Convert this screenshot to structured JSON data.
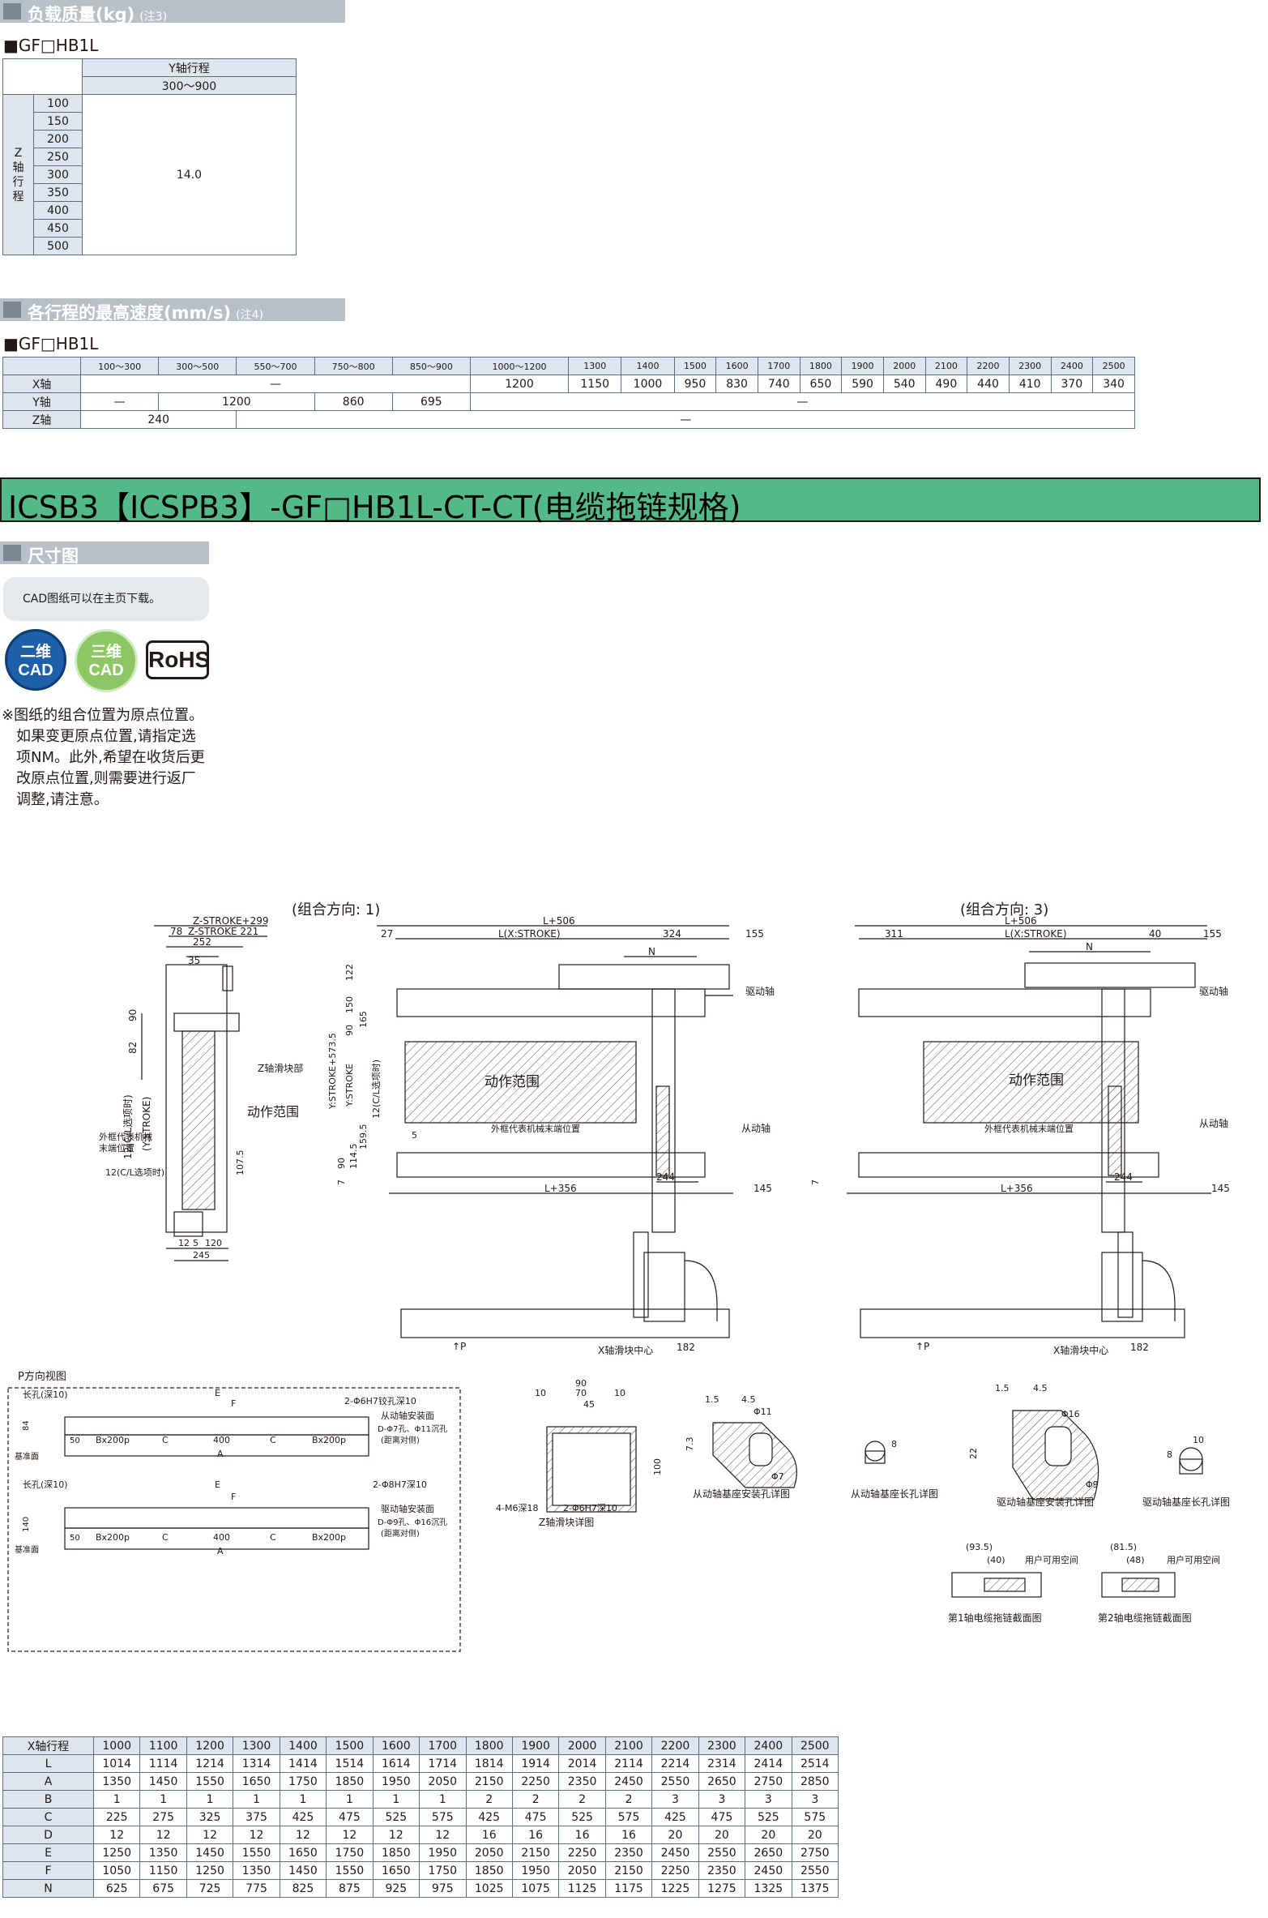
{
  "section1": {
    "title": "负载质量(kg)",
    "note": "(注3)",
    "model": "■GF□HB1L"
  },
  "load_table": {
    "col_header": "Y轴行程",
    "col_range": "300～900",
    "row_header": [
      "Z",
      "轴",
      "行",
      "程"
    ],
    "rows": [
      "100",
      "150",
      "200",
      "250",
      "300",
      "350",
      "400",
      "450",
      "500"
    ],
    "value": "14.0"
  },
  "section2": {
    "title": "各行程的最高速度(mm/s)",
    "note": "(注4)",
    "model": "■GF□HB1L"
  },
  "speed_table": {
    "headers": [
      "100～300",
      "300～500",
      "550～700",
      "750～800",
      "850～900",
      "1000～1200",
      "1300",
      "1400",
      "1500",
      "1600",
      "1700",
      "1800",
      "1900",
      "2000",
      "2100",
      "2200",
      "2300",
      "2400",
      "2500"
    ],
    "x_label": "X轴",
    "x_dash": "—",
    "x_values": [
      "1200",
      "1150",
      "1000",
      "950",
      "830",
      "740",
      "650",
      "590",
      "540",
      "490",
      "440",
      "410",
      "370",
      "340"
    ],
    "y_label": "Y轴",
    "y_values": [
      "—",
      "1200",
      "860",
      "695",
      "—"
    ],
    "z_label": "Z轴",
    "z_values": [
      "240",
      "—"
    ]
  },
  "product_title": "ICSB3【ICSPB3】-GF□HB1L-CT-CT(电缆拖链规格)",
  "section3": {
    "title": "尺寸图"
  },
  "cad_note": "CAD图纸可以在主页下载。",
  "badges": {
    "cad2_a": "二维",
    "cad2_b": "CAD",
    "cad3_a": "三维",
    "cad3_b": "CAD",
    "rohs": "RoHS"
  },
  "notes": [
    "※图纸的组合位置为原点位置。",
    "如果变更原点位置,请指定选",
    "项NM。此外,希望在收货后更",
    "改原点位置,则需要进行返厂",
    "调整,请注意。"
  ],
  "drawing": {
    "dir1": "(组合方向: 1)",
    "dir3": "(组合方向: 3)",
    "side": {
      "zs299": "Z-STROKE+299",
      "zs221": "Z-STROKE 221",
      "d78": "78",
      "d252": "252",
      "d35": "35",
      "d90": "90",
      "d82": "82",
      "clsel": "12(C/L选项时)",
      "ystroke": "(Y:STROKE)",
      "zslider": "Z轴滑块部",
      "range": "动作范围",
      "ext": "外框代表机械",
      "ext2": "末端位置",
      "cl2": "12(C/L选项时)",
      "d107": "107.5",
      "d12": "12",
      "d120": "120",
      "d5": "5",
      "d245": "245"
    },
    "front": {
      "l506": "L+506",
      "lx": "L(X:STROKE)",
      "d27": "27",
      "d324": "324",
      "d155": "155",
      "n": "N",
      "drive": "驱动轴",
      "d122": "122",
      "d150": "150",
      "d90": "90",
      "d165": "165",
      "ys": "Y:STROKE+573.5",
      "ys2": "Y:STROKE",
      "cl": "12(C/L选项时)",
      "d5": "5",
      "range": "动作范围",
      "ext": "外框代表机械末端位置",
      "d159": "159.5",
      "d114": "114.5",
      "d7": "7",
      "d90b": "90",
      "follow": "从动轴",
      "d244": "244",
      "l356": "L+356",
      "d145": "145"
    },
    "front3": {
      "d311": "311",
      "d40": "40",
      "d155": "155",
      "lx": "L(X:STROKE)",
      "l506": "L+506",
      "n": "N",
      "drive": "驱动轴",
      "range": "动作范围",
      "ext": "外框代表机械末端位置",
      "follow": "从动轴",
      "d244": "244",
      "l356": "L+356",
      "d145": "145",
      "d7": "7"
    },
    "bottom": {
      "p": "↑P",
      "xc": "X轴滑块中心",
      "d182": "182"
    },
    "pview": {
      "title": "P方向视图",
      "slot": "长孔(深10)",
      "e": "E",
      "f": "F",
      "hole1": "2-Φ6H7铰孔深10",
      "hole2": "2-Φ8H7深10",
      "drvmount": "从动轴安装面",
      "d_hole": "D-Φ7孔、Φ11沉孔",
      "dist": "(距离对侧)",
      "drvmount2": "驱动轴安装面",
      "d_hole2": "D-Φ9孔、Φ16沉孔",
      "base": "基准面",
      "bx": "Bx200p",
      "c": "C",
      "d400": "400",
      "a": "A",
      "d50": "50",
      "d84": "84",
      "d140": "140"
    },
    "zdetail": {
      "d90": "90",
      "d70": "70",
      "d45": "45",
      "d10": "10",
      "m6": "4-M6深18",
      "pin": "2-Φ6H7深10",
      "title": "Z轴滑块详图",
      "d100": "100"
    },
    "hole_detail": {
      "d15": "1.5",
      "d45": "4.5",
      "d11": "Φ11",
      "d7": "Φ7",
      "d73": "7.3",
      "title": "从动轴基座安装孔详图",
      "title2": "从动轴基座长孔详图",
      "title3": "驱动轴基座安装孔详图",
      "title4": "驱动轴基座长孔详图",
      "d16": "Φ16",
      "d9": "Φ9",
      "d22": "22",
      "d8": "8",
      "d10": "10"
    },
    "chain1": {
      "d935": "(93.5)",
      "d40": "(40)",
      "user": "用户可用空间",
      "title": "第1轴电缆拖链截面图"
    },
    "chain2": {
      "d815": "(81.5)",
      "d48": "(48)",
      "user": "用户可用空间",
      "title": "第2轴电缆拖链截面图"
    }
  },
  "dim_table": {
    "rows": [
      {
        "label": "X轴行程",
        "values": [
          "1000",
          "1100",
          "1200",
          "1300",
          "1400",
          "1500",
          "1600",
          "1700",
          "1800",
          "1900",
          "2000",
          "2100",
          "2200",
          "2300",
          "2400",
          "2500"
        ]
      },
      {
        "label": "L",
        "values": [
          "1014",
          "1114",
          "1214",
          "1314",
          "1414",
          "1514",
          "1614",
          "1714",
          "1814",
          "1914",
          "2014",
          "2114",
          "2214",
          "2314",
          "2414",
          "2514"
        ]
      },
      {
        "label": "A",
        "values": [
          "1350",
          "1450",
          "1550",
          "1650",
          "1750",
          "1850",
          "1950",
          "2050",
          "2150",
          "2250",
          "2350",
          "2450",
          "2550",
          "2650",
          "2750",
          "2850"
        ]
      },
      {
        "label": "B",
        "values": [
          "1",
          "1",
          "1",
          "1",
          "1",
          "1",
          "1",
          "1",
          "2",
          "2",
          "2",
          "2",
          "3",
          "3",
          "3",
          "3"
        ]
      },
      {
        "label": "C",
        "values": [
          "225",
          "275",
          "325",
          "375",
          "425",
          "475",
          "525",
          "575",
          "425",
          "475",
          "525",
          "575",
          "425",
          "475",
          "525",
          "575"
        ]
      },
      {
        "label": "D",
        "values": [
          "12",
          "12",
          "12",
          "12",
          "12",
          "12",
          "12",
          "12",
          "16",
          "16",
          "16",
          "16",
          "20",
          "20",
          "20",
          "20"
        ]
      },
      {
        "label": "E",
        "values": [
          "1250",
          "1350",
          "1450",
          "1550",
          "1650",
          "1750",
          "1850",
          "1950",
          "2050",
          "2150",
          "2250",
          "2350",
          "2450",
          "2550",
          "2650",
          "2750"
        ]
      },
      {
        "label": "F",
        "values": [
          "1050",
          "1150",
          "1250",
          "1350",
          "1450",
          "1550",
          "1650",
          "1750",
          "1850",
          "1950",
          "2050",
          "2150",
          "2250",
          "2350",
          "2450",
          "2550"
        ]
      },
      {
        "label": "N",
        "values": [
          "625",
          "675",
          "725",
          "775",
          "825",
          "875",
          "925",
          "975",
          "1025",
          "1075",
          "1125",
          "1175",
          "1225",
          "1275",
          "1325",
          "1375"
        ]
      }
    ]
  },
  "colors": {
    "header_bar": "#b7bfc8",
    "header_mark": "#7b8794",
    "title_green": "#54b989",
    "table_head": "#dde5ee",
    "cad2": "#1d5fa8",
    "cad3": "#6ab44a"
  }
}
